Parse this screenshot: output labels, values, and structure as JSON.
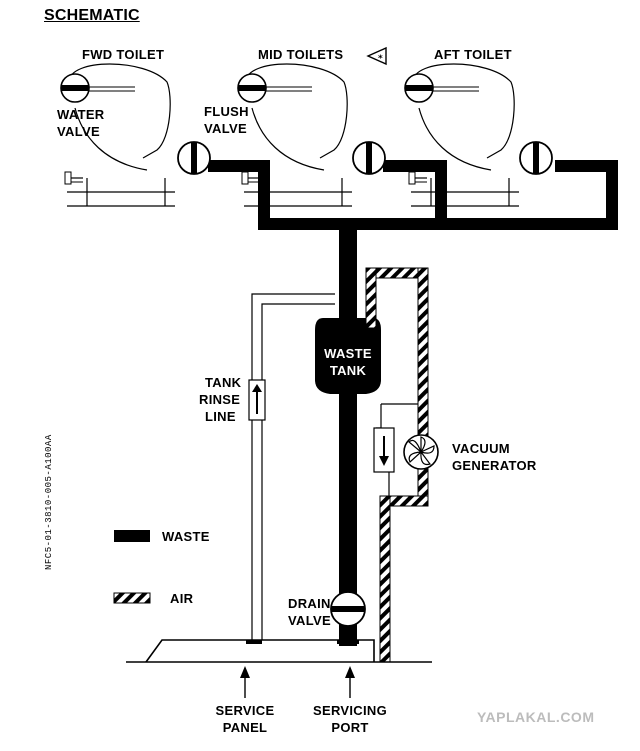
{
  "title": "SCHEMATIC",
  "toilets": [
    {
      "label": "FWD TOILET"
    },
    {
      "label": "MID TOILETS"
    },
    {
      "label": "AFT TOILET"
    }
  ],
  "callouts": {
    "water_valve": [
      "WATER",
      "VALVE"
    ],
    "flush_valve": [
      "FLUSH",
      "VALVE"
    ],
    "waste_tank": [
      "WASTE",
      "TANK"
    ],
    "tank_rinse_line": [
      "TANK",
      "RINSE",
      "LINE"
    ],
    "vacuum_generator": [
      "VACUUM",
      "GENERATOR"
    ],
    "drain_valve": [
      "DRAIN",
      "VALVE"
    ],
    "service_panel": [
      "SERVICE",
      "PANEL"
    ],
    "servicing_port": [
      "SERVICING",
      "PORT"
    ]
  },
  "legend": {
    "waste": "WASTE",
    "air": "AIR"
  },
  "document_code": "NFC5-01-3810-005-A100AA",
  "watermark": "YAPLAKAL.COM"
}
